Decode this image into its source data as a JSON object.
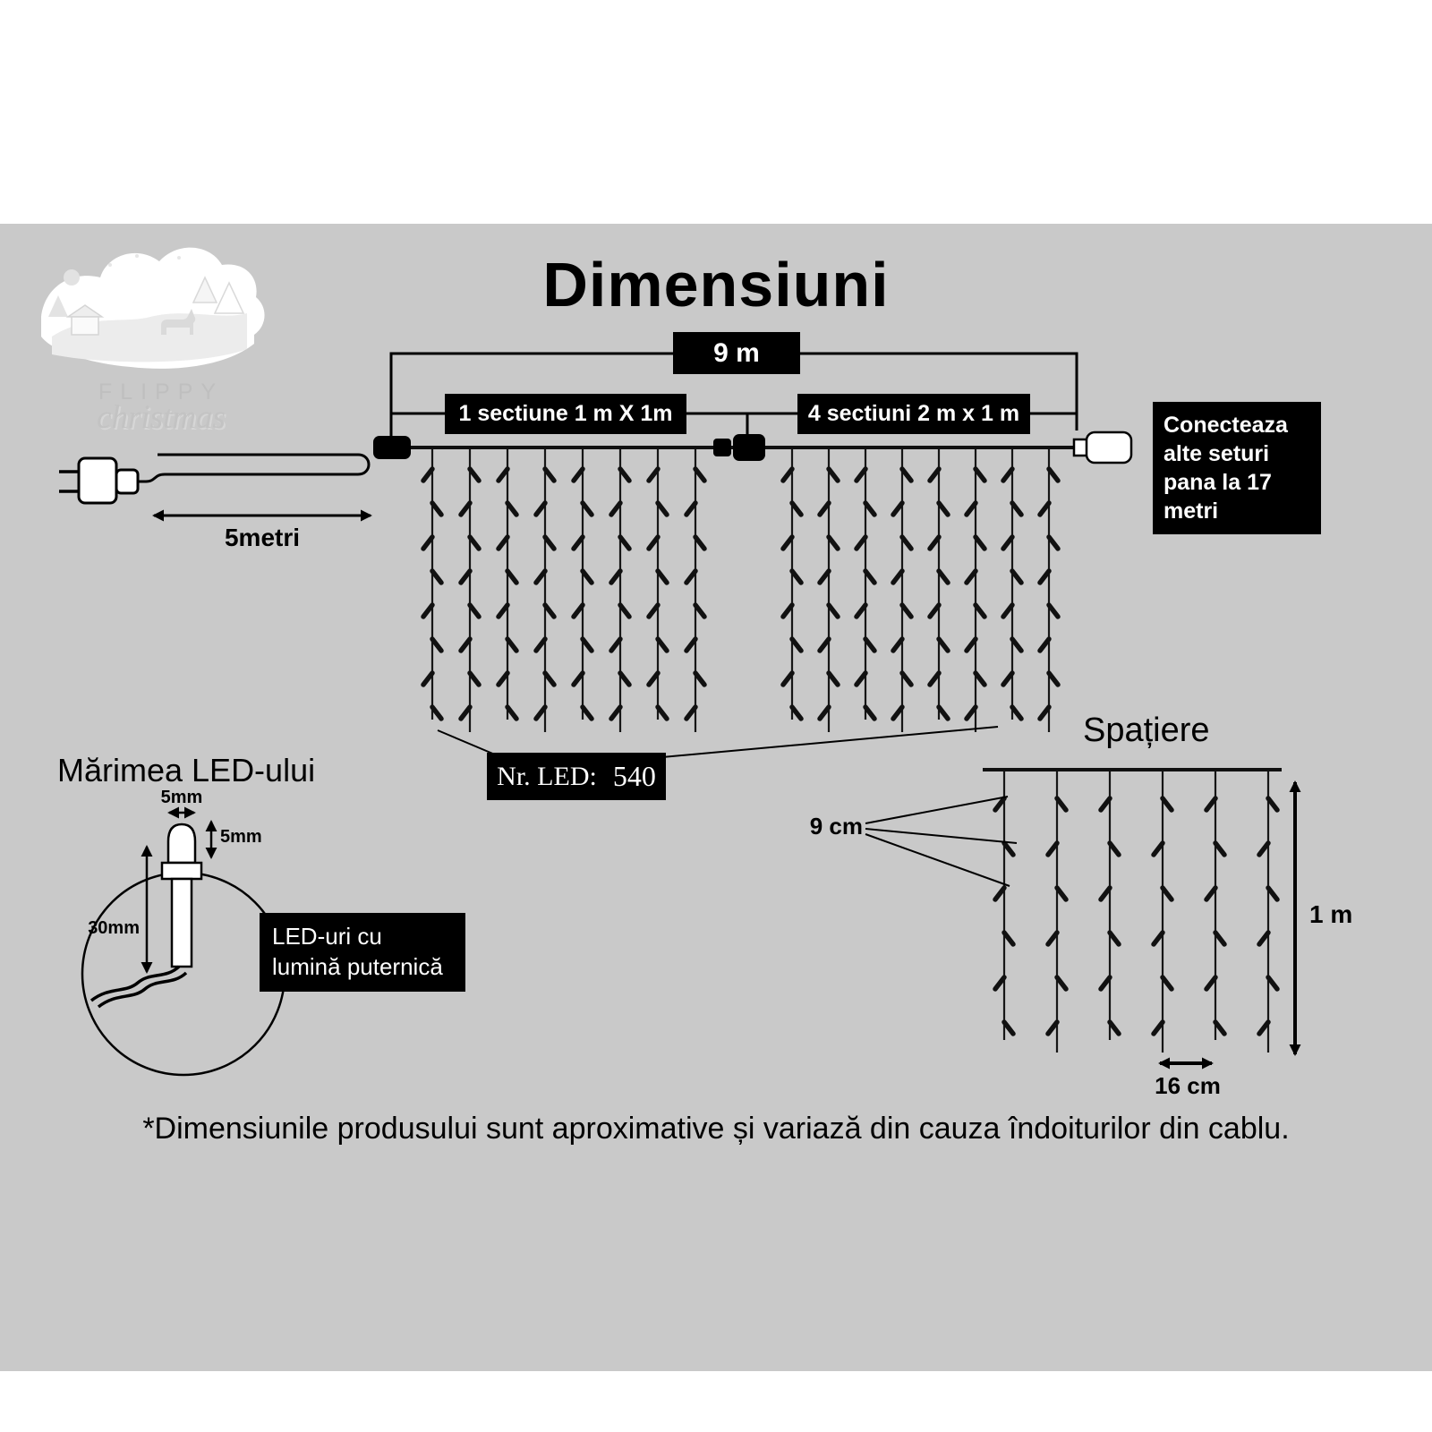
{
  "title": "Dimensiuni",
  "logo": {
    "brand_top": "FLIPPY",
    "brand_script": "christmas"
  },
  "dimension_labels": {
    "total_span": "9 m",
    "section_left": "1 sectiune 1 m X 1m",
    "section_right": "4 sectiuni 2 m x 1 m",
    "connect_note": "Conecteaza alte seturi pana la 17 metri",
    "lead_length": "5metri"
  },
  "led_count": {
    "label": "Nr. LED:",
    "value": "540"
  },
  "spacing": {
    "title": "Spațiere",
    "led_gap": "9 cm",
    "drop_gap": "16 cm",
    "drop_height": "1 m"
  },
  "led_size": {
    "title": "Mărimea LED-ului",
    "bulb_width": "5mm",
    "bulb_height": "5mm",
    "body_length": "30mm",
    "feature_note": "LED-uri cu lumină puternică"
  },
  "footnote": "*Dimensiunile produsului sunt aproximative și variază din cauza îndoiturilor din cablu.",
  "diagram": {
    "main_curtains": [
      {
        "name": "curtain-left",
        "drops": 8,
        "leds_per_drop": 8
      },
      {
        "name": "curtain-right",
        "drops": 8,
        "leds_per_drop": 8
      }
    ],
    "spacing_curtain": {
      "name": "curtain-spacing",
      "drops": 6,
      "leds_per_drop": 6
    },
    "colors": {
      "background": "#c9c9c9",
      "label_bg": "#000000",
      "label_text": "#ffffff",
      "line": "#111111"
    }
  }
}
